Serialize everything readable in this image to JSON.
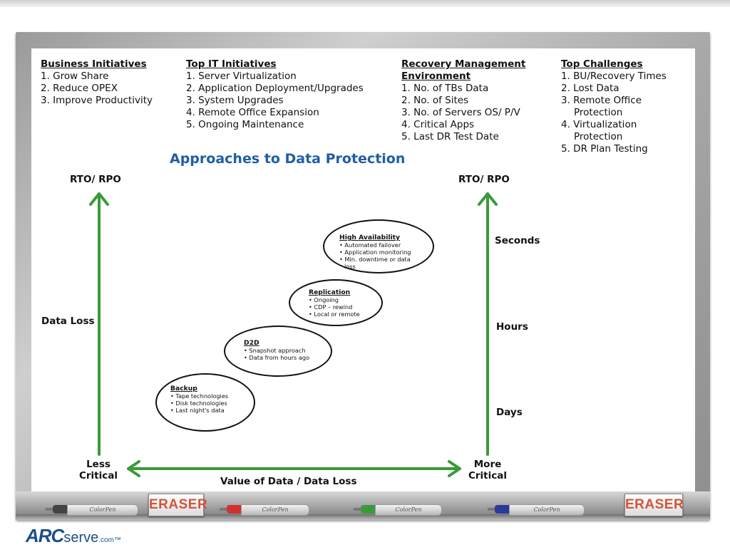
{
  "columns": [
    {
      "heading": "Business Initiatives",
      "items": [
        "1. Grow Share",
        "2. Reduce OPEX",
        "3. Improve Productivity"
      ]
    },
    {
      "heading": "Top IT Initiatives",
      "items": [
        "1. Server Virtualization",
        "2. Application Deployment/Upgrades",
        "3. System Upgrades",
        "4. Remote Office Expansion",
        "5. Ongoing Maintenance"
      ]
    },
    {
      "heading_line1": "Recovery Management",
      "heading_line2": "Environment",
      "items": [
        "1. No. of TBs Data",
        "2. No. of Sites",
        "3. No. of Servers OS/ P/V",
        "4. Critical Apps",
        "5. Last DR Test Date"
      ]
    },
    {
      "heading": "Top Challenges",
      "items": [
        "1. BU/Recovery Times",
        "2. Lost Data",
        "3. Remote Office",
        "Protection",
        "4. Virtualization",
        "Protection",
        "5. DR Plan Testing"
      ]
    }
  ],
  "diagram": {
    "title": "Approaches to Data Protection",
    "left_axis_label": "RTO/ RPO",
    "right_axis_label": "RTO/ RPO",
    "left_mid_label": "Data Loss",
    "right_scale": [
      "Seconds",
      "Hours",
      "Days"
    ],
    "bottom_left_line1": "Less",
    "bottom_left_line2": "Critical",
    "bottom_right_line1": "More",
    "bottom_right_line2": "Critical",
    "bottom_axis_label": "Value of Data / Data Loss",
    "arrow_color": "#3a9a3a",
    "approaches": [
      {
        "name": "High Availability",
        "bullets": [
          "• Automated failover",
          "• Application monitoring",
          "• Min. downtime or data",
          "loss"
        ]
      },
      {
        "name": "Replication",
        "bullets": [
          "• Ongoing",
          "• CDP – rewind",
          "• Local or remote"
        ]
      },
      {
        "name": "D2D",
        "bullets": [
          "• Snapshot approach",
          "• Data from hours ago"
        ]
      },
      {
        "name": "Backup",
        "bullets": [
          "• Tape technologies",
          "• Disk technologies",
          "• Last night's data"
        ]
      }
    ]
  },
  "whiteboard": {
    "eraser_label": "ERASER",
    "marker_brand": "ColorPen",
    "marker_colors": [
      "#444444",
      "#d23030",
      "#3a9a3a",
      "#2a3a9a"
    ]
  },
  "logo": {
    "part1": "ARC",
    "part2": "serve",
    "part3": ".com™"
  }
}
